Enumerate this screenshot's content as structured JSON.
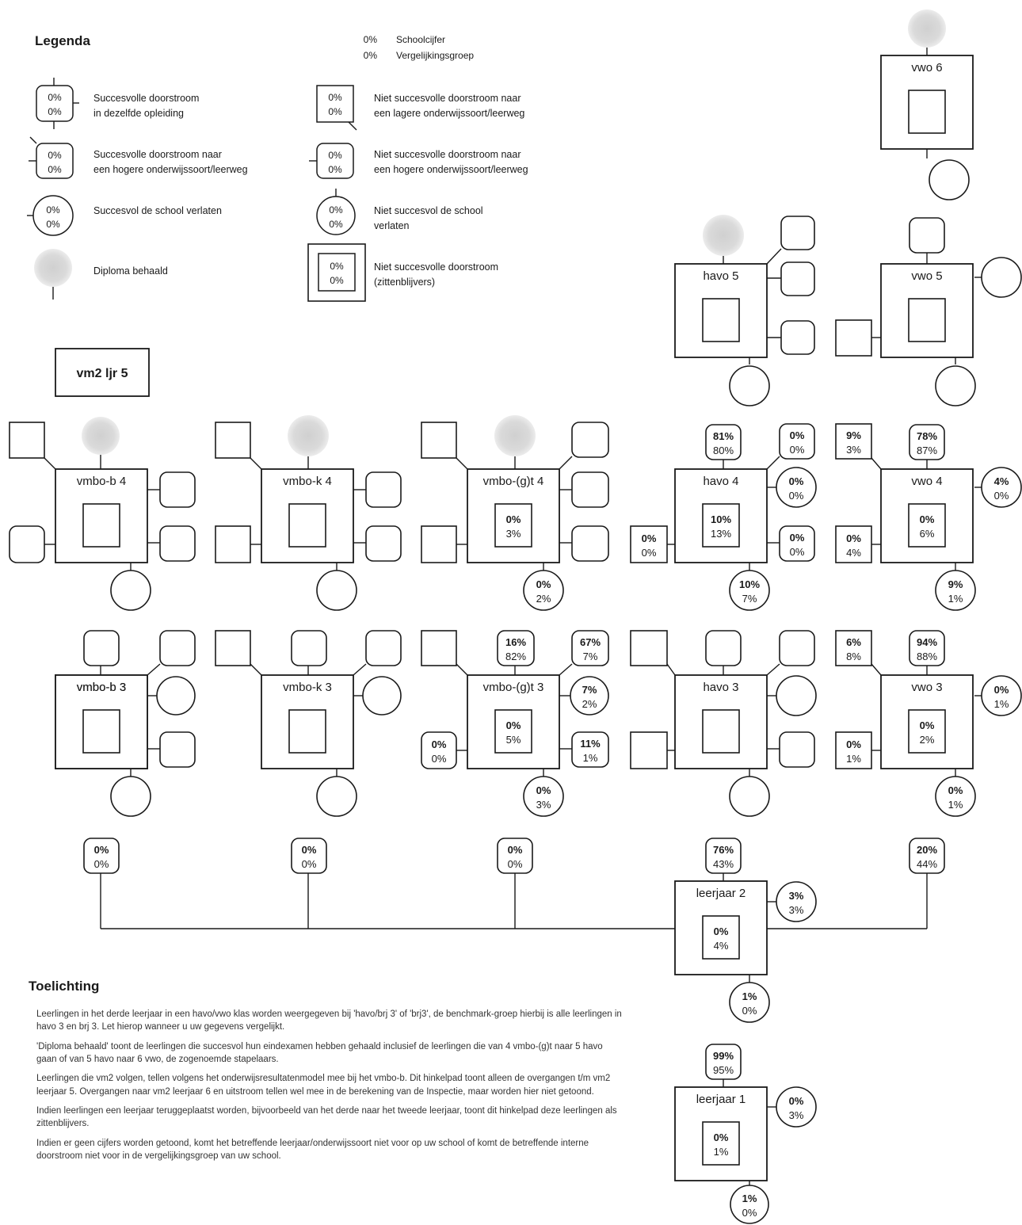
{
  "legend": {
    "title": "Legenda",
    "sample_value": "0%",
    "key_school": "Schoolcijfer",
    "key_group": "Vergelijkingsgroep",
    "items": {
      "same": [
        "Succesvolle doorstroom",
        "in dezelfde opleiding"
      ],
      "higher": [
        "Succesvolle doorstroom naar",
        "een hogere onderwijssoort/leerweg"
      ],
      "left": [
        "Succesvol de school verlaten"
      ],
      "diploma": [
        "Diploma behaald"
      ],
      "lower": [
        "Niet succesvolle doorstroom naar",
        "een lagere onderwijssoort/leerweg"
      ],
      "higher_fail": [
        "Niet succesvolle doorstroom naar",
        "een hogere onderwijssoort/leerweg"
      ],
      "left_fail": [
        "Niet succesvol de school",
        "verlaten"
      ],
      "repeat": [
        "Niet succesvolle doorstroom",
        "(zittenblijvers)"
      ]
    }
  },
  "label_box": "vm2 ljr 5",
  "nodes": {
    "vwo6": "vwo 6",
    "havo5": "havo 5",
    "vwo5": "vwo 5",
    "vmbob4": "vmbo-b 4",
    "vmbok4": "vmbo-k 4",
    "vmbogt4": "vmbo-(g)t 4",
    "havo4": "havo 4",
    "vwo4": "vwo 4",
    "vmbob3": "vmbo-b 3",
    "vmbok3": "vmbo-k 3",
    "vmbogt3": "vmbo-(g)t 3",
    "havo3": "havo 3",
    "vwo3": "vwo 3",
    "lj2": "leerjaar 2",
    "lj1": "leerjaar 1"
  },
  "values": {
    "gt4_rep": [
      "0%",
      "3%"
    ],
    "gt4_left": [
      "0%",
      "2%"
    ],
    "h4_top": [
      "81%",
      "80%"
    ],
    "h4_tr": [
      "0%",
      "0%"
    ],
    "h4_circ": [
      "0%",
      "0%"
    ],
    "h4_low": [
      "0%",
      "0%"
    ],
    "h4_lowleft": [
      "0%",
      "0%"
    ],
    "h4_rep": [
      "10%",
      "13%"
    ],
    "h4_left": [
      "10%",
      "7%"
    ],
    "v4_tl": [
      "9%",
      "3%"
    ],
    "v4_top": [
      "78%",
      "87%"
    ],
    "v4_circ": [
      "4%",
      "0%"
    ],
    "v4_low": [
      "0%",
      "4%"
    ],
    "v4_rep": [
      "0%",
      "6%"
    ],
    "v4_left": [
      "9%",
      "1%"
    ],
    "gt3_top": [
      "16%",
      "82%"
    ],
    "gt3_tr": [
      "67%",
      "7%"
    ],
    "gt3_circ": [
      "7%",
      "2%"
    ],
    "gt3_rep": [
      "0%",
      "5%"
    ],
    "gt3_low": [
      "0%",
      "0%"
    ],
    "gt3_br": [
      "11%",
      "1%"
    ],
    "gt3_left": [
      "0%",
      "3%"
    ],
    "v3_tl": [
      "6%",
      "8%"
    ],
    "v3_top": [
      "94%",
      "88%"
    ],
    "v3_circ": [
      "0%",
      "1%"
    ],
    "v3_rep": [
      "0%",
      "2%"
    ],
    "v3_low": [
      "0%",
      "1%"
    ],
    "v3_left": [
      "0%",
      "1%"
    ],
    "lj2_b": [
      "0%",
      "0%"
    ],
    "lj2_k": [
      "0%",
      "0%"
    ],
    "lj2_gt": [
      "0%",
      "0%"
    ],
    "lj2_h": [
      "76%",
      "43%"
    ],
    "lj2_v": [
      "20%",
      "44%"
    ],
    "lj2_circ": [
      "3%",
      "3%"
    ],
    "lj2_rep": [
      "0%",
      "4%"
    ],
    "lj2_left": [
      "1%",
      "0%"
    ],
    "lj1_top": [
      "99%",
      "95%"
    ],
    "lj1_circ": [
      "0%",
      "3%"
    ],
    "lj1_rep": [
      "0%",
      "1%"
    ],
    "lj1_left": [
      "1%",
      "0%"
    ]
  },
  "notes": {
    "title": "Toelichting",
    "items": [
      "Leerlingen in het derde leerjaar in een havo/vwo klas worden weergegeven bij 'havo/brj 3' of 'brj3', de benchmark-groep hierbij is alle leerlingen in havo 3 en brj 3. Let hierop wanneer u uw gegevens vergelijkt.",
      "'Diploma behaald' toont de leerlingen die succesvol hun eindexamen hebben gehaald inclusief de leerlingen die van 4 vmbo-(g)t naar 5 havo gaan of van 5 havo naar 6 vwo, de zogenoemde stapelaars.",
      "Leerlingen die vm2 volgen, tellen volgens het onderwijsresultatenmodel mee bij het vmbo-b. Dit hinkelpad toont alleen de overgangen t/m vm2 leerjaar 5. Overgangen naar vm2 leerjaar 6 en uitstroom tellen wel mee in de berekening van de Inspectie, maar worden hier niet getoond.",
      "Indien leerlingen een leerjaar teruggeplaatst worden, bijvoorbeeld van het derde naar het tweede leerjaar, toont dit hinkelpad deze leerlingen als zittenblijvers.",
      "Indien er geen cijfers worden getoond, komt het betreffende leerjaar/onderwijssoort niet voor op uw school of komt de betreffende interne doorstroom niet voor in de vergelijkingsgroep van uw school."
    ]
  },
  "colors": {
    "stroke": "#1a1a1a",
    "diploma": "#c9c9c9",
    "text": "#1a1a1a"
  }
}
